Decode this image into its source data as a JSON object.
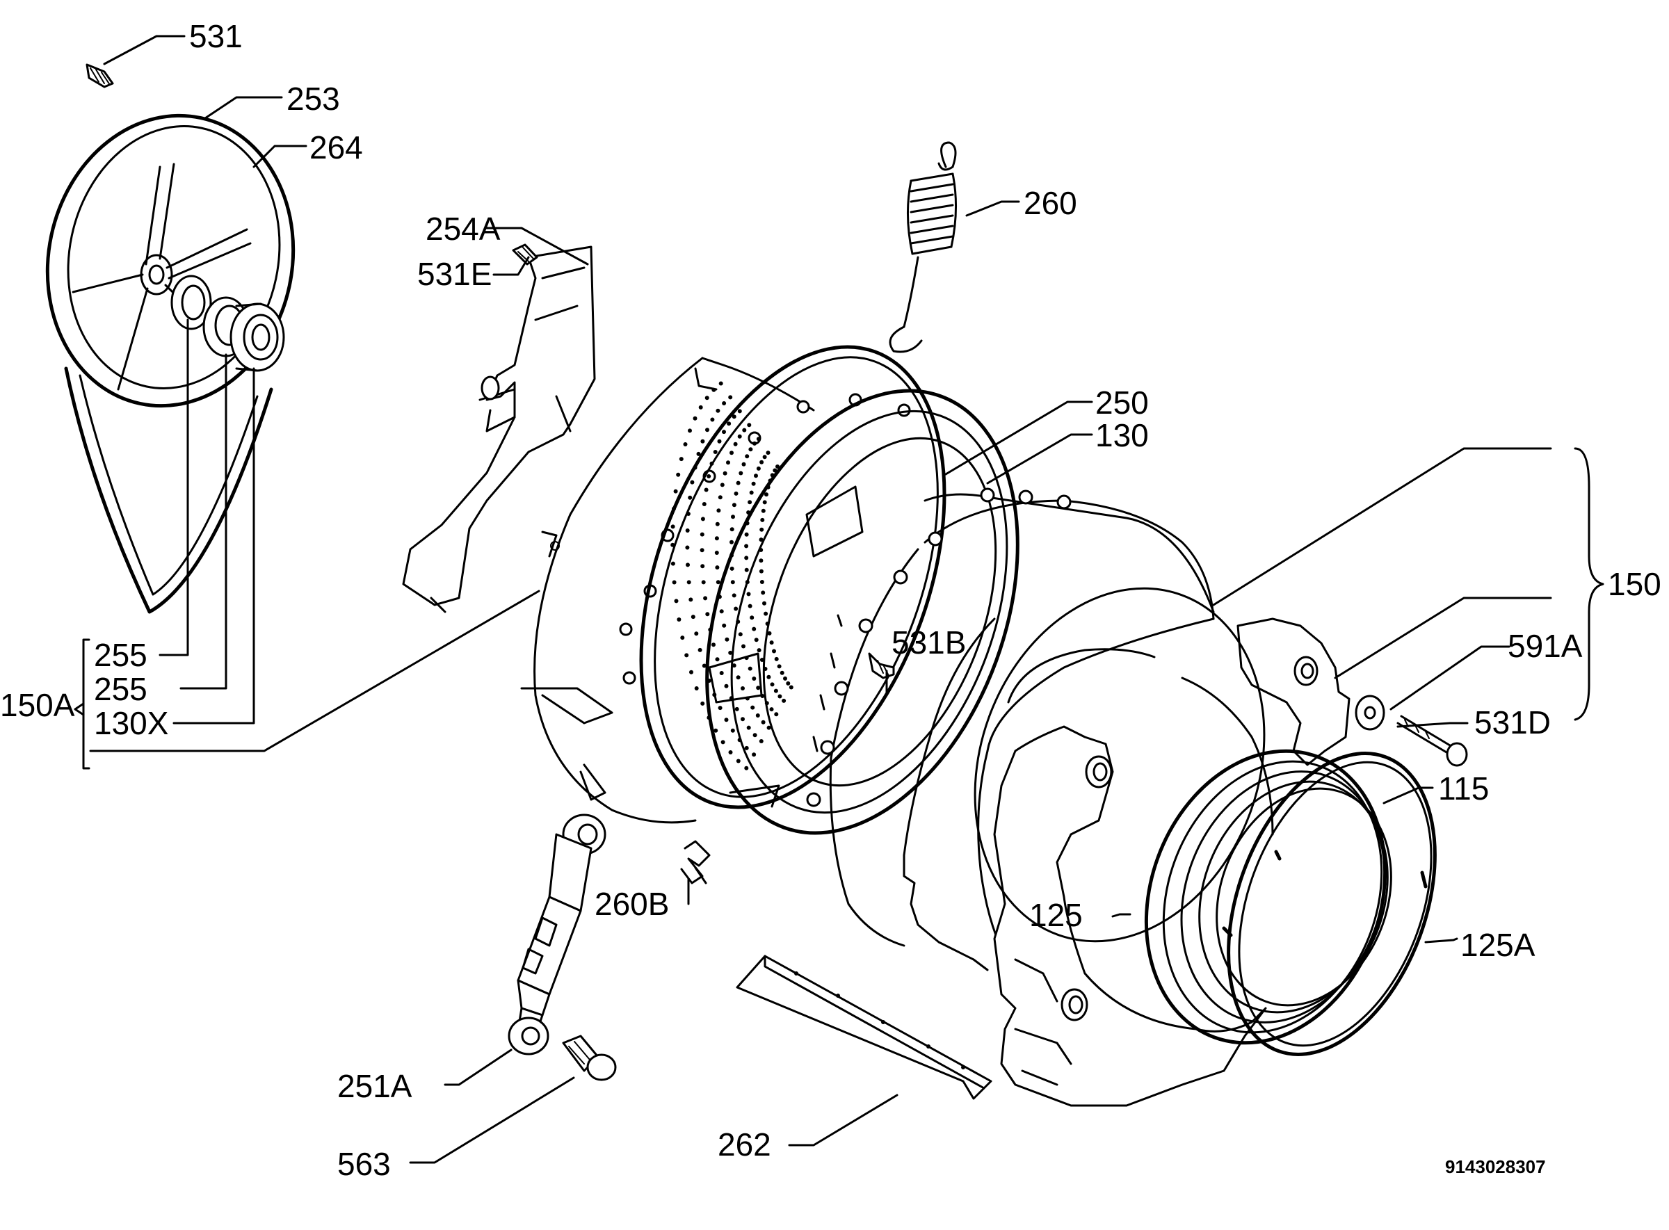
{
  "document_code": "9143028307",
  "callouts": [
    {
      "id": "531",
      "text": "531"
    },
    {
      "id": "253",
      "text": "253"
    },
    {
      "id": "264",
      "text": "264"
    },
    {
      "id": "260",
      "text": "260"
    },
    {
      "id": "254A",
      "text": "254A"
    },
    {
      "id": "531E",
      "text": "531E"
    },
    {
      "id": "250",
      "text": "250"
    },
    {
      "id": "130",
      "text": "130"
    },
    {
      "id": "150",
      "text": "150"
    },
    {
      "id": "531B",
      "text": "531B"
    },
    {
      "id": "591A",
      "text": "591A"
    },
    {
      "id": "531D",
      "text": "531D"
    },
    {
      "id": "255a",
      "text": "255"
    },
    {
      "id": "255b",
      "text": "255"
    },
    {
      "id": "150A",
      "text": "150A"
    },
    {
      "id": "130X",
      "text": "130X"
    },
    {
      "id": "115",
      "text": "115"
    },
    {
      "id": "125",
      "text": "125"
    },
    {
      "id": "125A",
      "text": "125A"
    },
    {
      "id": "260B",
      "text": "260B"
    },
    {
      "id": "251A",
      "text": "251A"
    },
    {
      "id": "563",
      "text": "563"
    },
    {
      "id": "262",
      "text": "262"
    }
  ]
}
